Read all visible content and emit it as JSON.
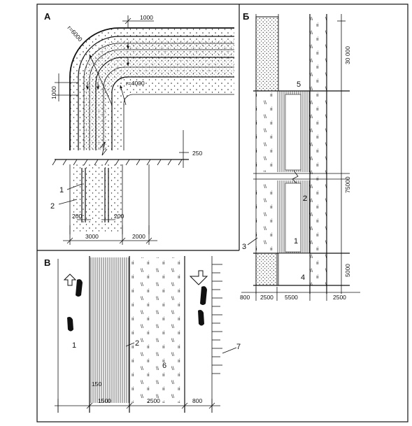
{
  "panels": {
    "A": {
      "letter": "А",
      "radius_outer": "r=6000",
      "radius_inner": "r=4000",
      "dim_top": "1000",
      "dim_left": "1000",
      "dim_gap": "250",
      "dim_200_left": "200",
      "dim_200_right": "200",
      "dim_3000": "3000",
      "dim_2000": "2000",
      "callout_1": "1",
      "callout_2": "2"
    },
    "B": {
      "letter": "Б",
      "dim_30000": "30 000",
      "dim_75000": "75000",
      "dim_5000": "5000",
      "dim_800": "800",
      "dim_2500_left": "2500",
      "dim_5500": "5500",
      "dim_2500_right": "2500",
      "callout_1": "1",
      "callout_2": "2",
      "callout_3": "3",
      "callout_4": "4",
      "callout_5": "5"
    },
    "V": {
      "letter": "В",
      "dim_150": "150",
      "dim_1500": "1500",
      "dim_2500": "2500",
      "dim_800": "800",
      "callout_1": "1",
      "callout_2": "2",
      "callout_6": "6",
      "callout_7": "7"
    }
  }
}
